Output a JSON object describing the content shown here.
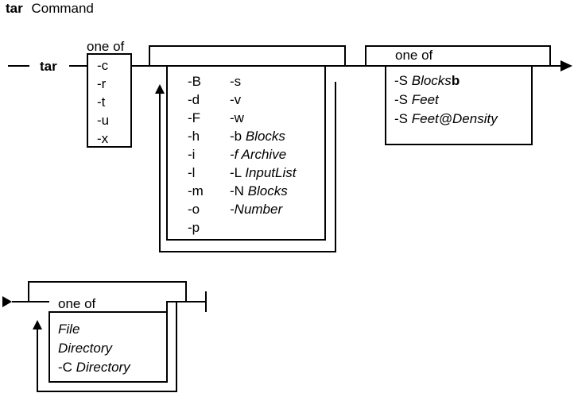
{
  "title": {
    "bold": "tar",
    "rest": "Command"
  },
  "command": "tar",
  "group1": {
    "header": "one of",
    "items": [
      "-c",
      "-r",
      "-t",
      "-u",
      "-x"
    ]
  },
  "group2": {
    "col1": [
      "-B",
      "-d",
      "-F",
      "-h",
      "-i",
      "-l",
      "-m",
      "-o",
      "-p"
    ],
    "col2": [
      {
        "flag": "-s",
        "arg": ""
      },
      {
        "flag": "-v",
        "arg": ""
      },
      {
        "flag": "-w",
        "arg": ""
      },
      {
        "flag": "-b ",
        "arg": "Blocks"
      },
      {
        "flag": "",
        "arg": "-f Archive"
      },
      {
        "flag": "-L ",
        "arg": "InputList"
      },
      {
        "flag": "-N ",
        "arg": "Blocks"
      },
      {
        "flag": "",
        "arg": "-Number"
      }
    ]
  },
  "group3": {
    "header": "one of",
    "items": [
      {
        "flag": "-S ",
        "arg": "Blocks",
        "suffix": "b"
      },
      {
        "flag": "-S ",
        "arg": "Feet",
        "suffix": ""
      },
      {
        "flag": "-S ",
        "arg": "Feet@Density",
        "suffix": ""
      }
    ]
  },
  "group4": {
    "header": "one of",
    "items": [
      {
        "flag": "",
        "arg": "File"
      },
      {
        "flag": "",
        "arg": "Directory"
      },
      {
        "flag": "-C ",
        "arg": "Directory"
      }
    ]
  }
}
